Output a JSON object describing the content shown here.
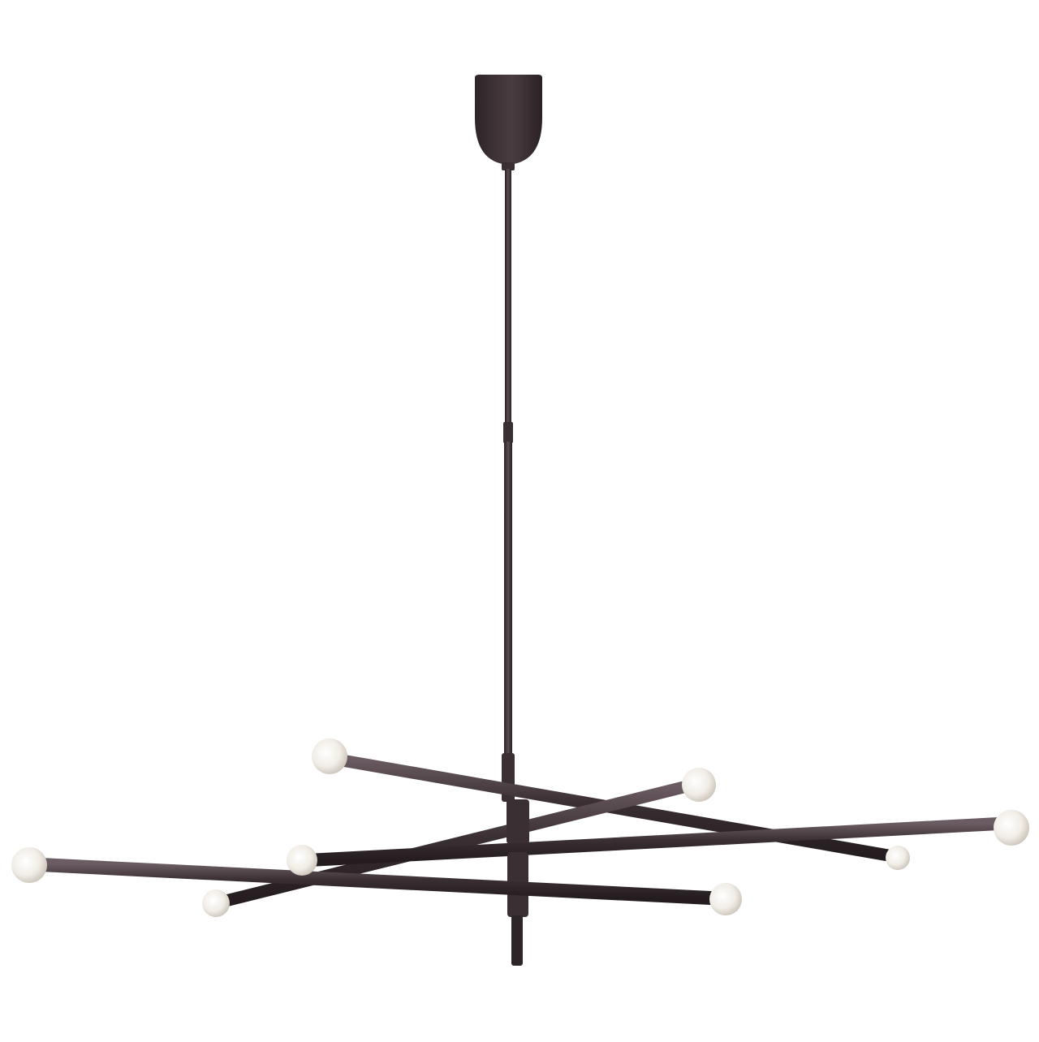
{
  "image": {
    "subject": "modern-linear-chandelier",
    "background_color": "#ffffff",
    "finish_color": "#3a2f33",
    "finish_highlight": "#6a5c62",
    "bulb_color": "#f1ede6",
    "bulb_shadow": "#c9c2b8",
    "bulb_count": 8,
    "arm_count": 4
  }
}
